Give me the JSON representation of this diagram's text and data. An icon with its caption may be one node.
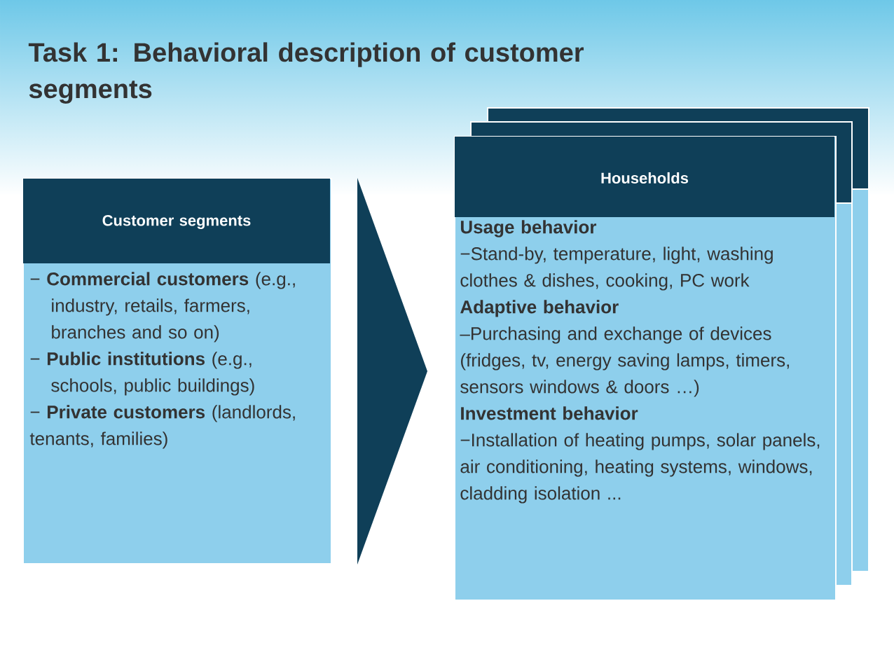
{
  "diagram": {
    "title": "Task 1: Behavioral description of customer segments",
    "nodes": [
      {
        "text": [
          "Customer segments",
          "− **Commercial customers** (e.g., industry, retails, farmers, branches and so on)",
          "− **Public institutions** (e.g., schools, public buildings)",
          "− **Private customers** (landlords, tenants, families)"
        ]
      },
      {
        "text": [
          "Households",
          "Usage behavior",
          "−Stand-by, temperature, light, washing clothes & dishes, cooking, PC work",
          "Adaptive behavior",
          "–Purchasing and exchange of devices (fridges, tv, energy saving lamps, timers, sensors windows & doors …)",
          "Investment behavior",
          "−Installation of heating pumps, solar panels, air conditioning, heating systems, windows, cladding isolation ..."
        ]
      }
    ],
    "edges": [
      {
        "from": 0,
        "to": 1,
        "arrow": "to"
      }
    ]
  }
}
